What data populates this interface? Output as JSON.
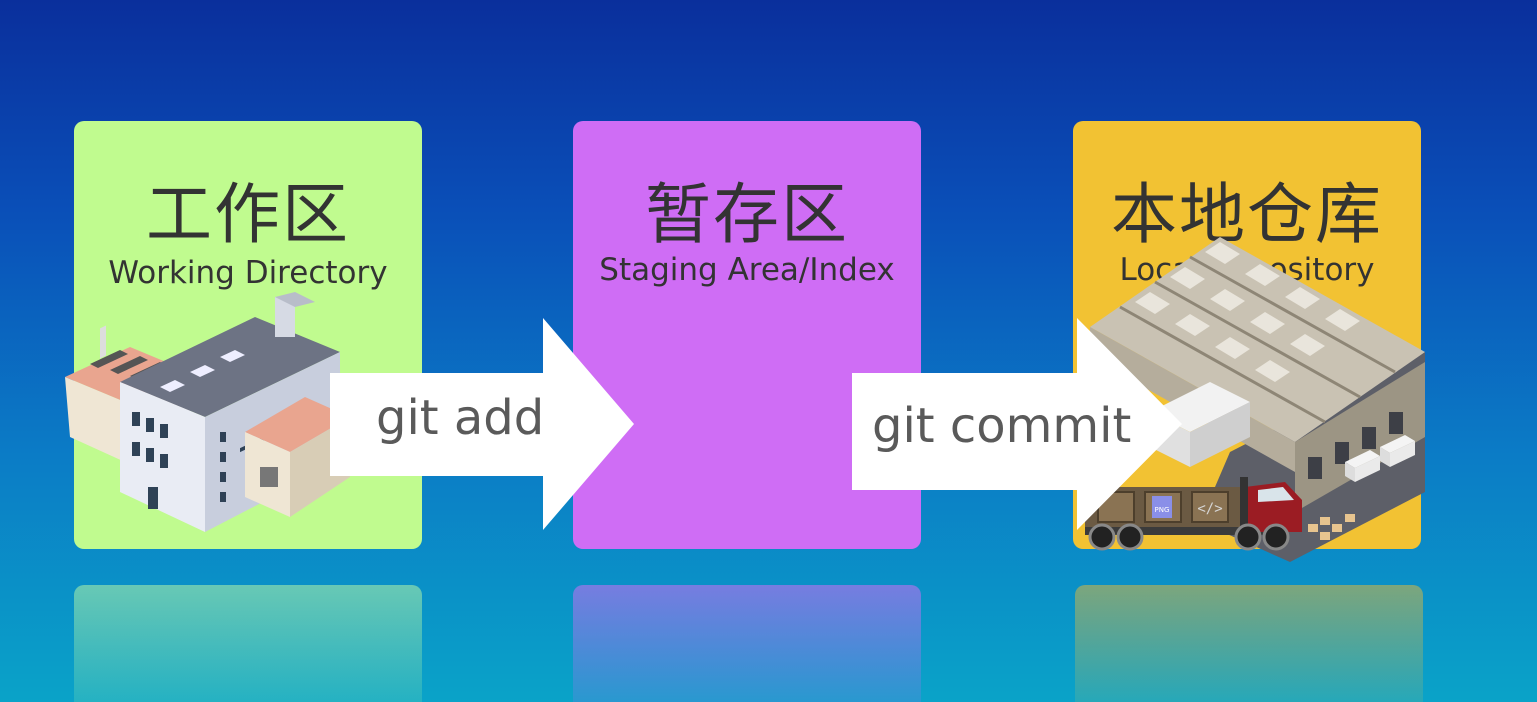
{
  "stages": [
    {
      "id": "working-directory",
      "title_zh": "工作区",
      "title_en": "Working Directory",
      "color": "#c0fb8f"
    },
    {
      "id": "staging-area",
      "title_zh": "暂存区",
      "title_en": "Staging Area/Index",
      "color": "#cf6df5"
    },
    {
      "id": "local-repository",
      "title_zh": "本地仓库",
      "title_en": "Local Repository",
      "color": "#f2c233"
    }
  ],
  "arrows": [
    {
      "label": "git add"
    },
    {
      "label": "git commit"
    }
  ],
  "warehouse_badges": [
    "PNG",
    "</>"
  ]
}
